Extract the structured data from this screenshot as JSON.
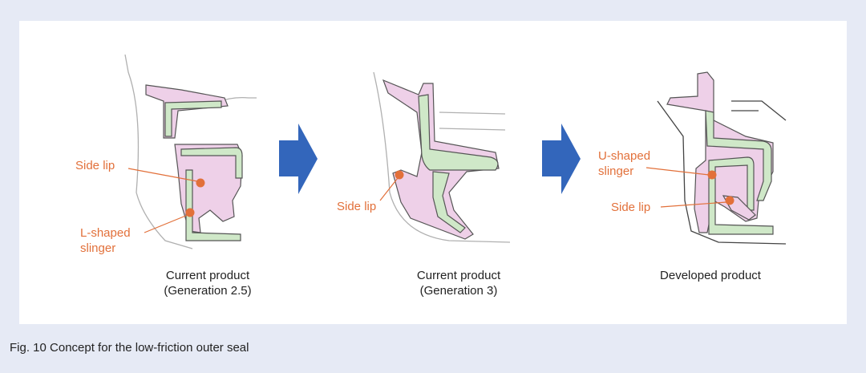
{
  "figure_caption": "Fig. 10  Concept for the low-friction outer seal",
  "colors": {
    "background": "#e6eaf5",
    "panel": "#ffffff",
    "rubber": "#eed0e8",
    "slinger": "#cfe8c8",
    "outline": "#444444",
    "housing_line": "#b0b0b0",
    "accent": "#e2703a",
    "arrow": "#3366bb"
  },
  "products": [
    {
      "caption": "Current product\n(Generation 2.5)",
      "labels": [
        "Side lip",
        "L-shaped\nslinger"
      ]
    },
    {
      "caption": "Current product\n(Generation 3)",
      "labels": [
        "Side lip"
      ]
    },
    {
      "caption": "Developed product",
      "labels": [
        "U-shaped\nslinger",
        "Side lip"
      ]
    }
  ],
  "arrows": [
    "right-arrow",
    "right-arrow"
  ]
}
